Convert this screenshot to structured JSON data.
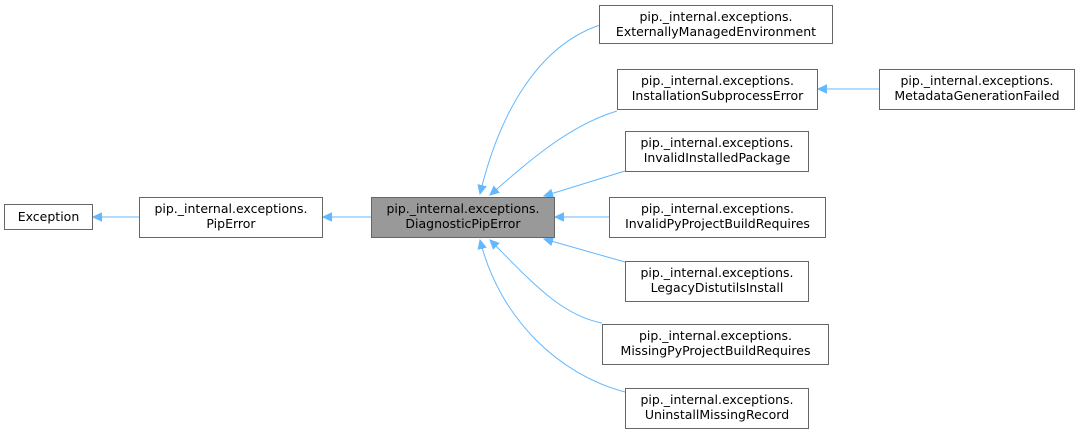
{
  "diagram": {
    "edge_color": "#63b8ff",
    "node_border": "#666666",
    "highlight_fill": "#999999",
    "nodes": {
      "exception": {
        "lines": [
          "Exception"
        ]
      },
      "pip_error": {
        "lines": [
          "pip._internal.exceptions.",
          "PipError"
        ]
      },
      "diagnostic": {
        "lines": [
          "pip._internal.exceptions.",
          "DiagnosticPipError"
        ]
      },
      "externally": {
        "lines": [
          "pip._internal.exceptions.",
          "ExternallyManagedEnvironment"
        ]
      },
      "installation": {
        "lines": [
          "pip._internal.exceptions.",
          "InstallationSubprocessError"
        ]
      },
      "metadata": {
        "lines": [
          "pip._internal.exceptions.",
          "MetadataGenerationFailed"
        ]
      },
      "invalid_installed": {
        "lines": [
          "pip._internal.exceptions.",
          "InvalidInstalledPackage"
        ]
      },
      "invalid_pyproject": {
        "lines": [
          "pip._internal.exceptions.",
          "InvalidPyProjectBuildRequires"
        ]
      },
      "legacy": {
        "lines": [
          "pip._internal.exceptions.",
          "LegacyDistutilsInstall"
        ]
      },
      "missing": {
        "lines": [
          "pip._internal.exceptions.",
          "MissingPyProjectBuildRequires"
        ]
      },
      "uninstall": {
        "lines": [
          "pip._internal.exceptions.",
          "UninstallMissingRecord"
        ]
      }
    }
  }
}
